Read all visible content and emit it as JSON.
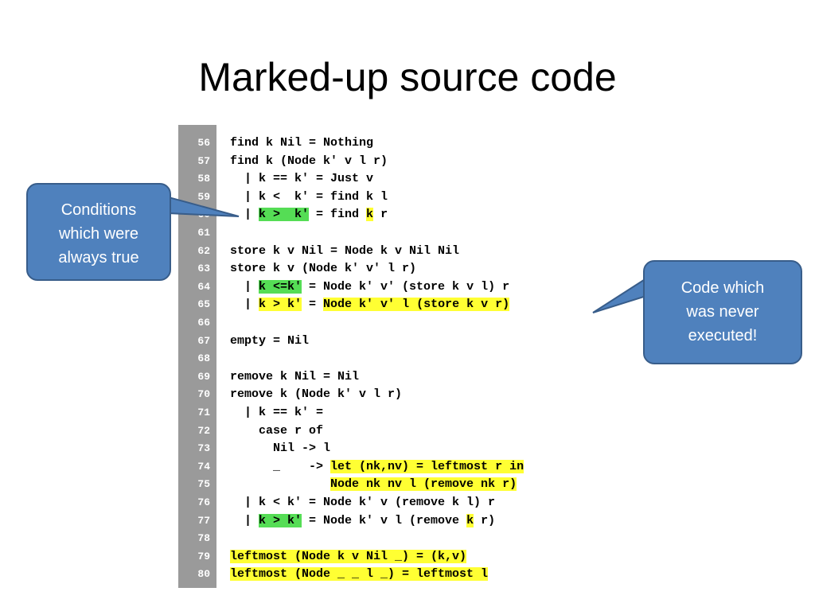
{
  "slide": {
    "title": "Marked-up source code"
  },
  "code": {
    "lines": [
      {
        "no": "56",
        "segments": [
          {
            "text": "find k Nil = Nothing"
          }
        ]
      },
      {
        "no": "57",
        "segments": [
          {
            "text": "find k (Node k' v l r)"
          }
        ]
      },
      {
        "no": "58",
        "segments": [
          {
            "text": "  | k == k' = Just v"
          }
        ]
      },
      {
        "no": "59",
        "segments": [
          {
            "text": "  | k <  k' = find k l"
          }
        ]
      },
      {
        "no": "60",
        "segments": [
          {
            "text": "  | "
          },
          {
            "text": "k >  k'",
            "hl": "green"
          },
          {
            "text": " = find "
          },
          {
            "text": "k",
            "hl": "yellow"
          },
          {
            "text": " r"
          }
        ]
      },
      {
        "no": "61",
        "segments": [
          {
            "text": ""
          }
        ]
      },
      {
        "no": "62",
        "segments": [
          {
            "text": "store k v Nil = Node k v Nil Nil"
          }
        ]
      },
      {
        "no": "63",
        "segments": [
          {
            "text": "store k v (Node k' v' l r)"
          }
        ]
      },
      {
        "no": "64",
        "segments": [
          {
            "text": "  | "
          },
          {
            "text": "k <=k'",
            "hl": "green"
          },
          {
            "text": " = Node k' v' (store k v l) r"
          }
        ]
      },
      {
        "no": "65",
        "segments": [
          {
            "text": "  | "
          },
          {
            "text": "k > k'",
            "hl": "yellow"
          },
          {
            "text": " = "
          },
          {
            "text": "Node k' v' l (store k v r)",
            "hl": "yellow"
          }
        ]
      },
      {
        "no": "66",
        "segments": [
          {
            "text": ""
          }
        ]
      },
      {
        "no": "67",
        "segments": [
          {
            "text": "empty = Nil"
          }
        ]
      },
      {
        "no": "68",
        "segments": [
          {
            "text": ""
          }
        ]
      },
      {
        "no": "69",
        "segments": [
          {
            "text": "remove k Nil = Nil"
          }
        ]
      },
      {
        "no": "70",
        "segments": [
          {
            "text": "remove k (Node k' v l r)"
          }
        ]
      },
      {
        "no": "71",
        "segments": [
          {
            "text": "  | k == k' ="
          }
        ]
      },
      {
        "no": "72",
        "segments": [
          {
            "text": "    case r of"
          }
        ]
      },
      {
        "no": "73",
        "segments": [
          {
            "text": "      Nil -> l"
          }
        ]
      },
      {
        "no": "74",
        "segments": [
          {
            "text": "      _    -> "
          },
          {
            "text": "let (nk,nv) = leftmost r in",
            "hl": "yellow"
          }
        ]
      },
      {
        "no": "75",
        "segments": [
          {
            "text": "              "
          },
          {
            "text": "Node nk nv l (remove nk r)",
            "hl": "yellow"
          }
        ]
      },
      {
        "no": "76",
        "segments": [
          {
            "text": "  | k < k' = Node k' v (remove k l) r"
          }
        ]
      },
      {
        "no": "77",
        "segments": [
          {
            "text": "  | "
          },
          {
            "text": "k > k'",
            "hl": "green"
          },
          {
            "text": " = Node k' v l (remove "
          },
          {
            "text": "k",
            "hl": "yellow"
          },
          {
            "text": " r)"
          }
        ]
      },
      {
        "no": "78",
        "segments": [
          {
            "text": ""
          }
        ]
      },
      {
        "no": "79",
        "segments": [
          {
            "text": "leftmost (Node k v Nil _) = (k,v)",
            "hl": "yellow"
          }
        ]
      },
      {
        "no": "80",
        "segments": [
          {
            "text": "leftmost (Node _ _ l _) = leftmost l",
            "hl": "yellow"
          }
        ]
      }
    ]
  },
  "callouts": {
    "left": {
      "lines": [
        "Conditions",
        "which were",
        "always true"
      ]
    },
    "right": {
      "lines": [
        "Code which",
        "was never",
        "executed!"
      ]
    }
  },
  "colors": {
    "callout_fill": "#4f81bd",
    "callout_border": "#385d8a",
    "highlight_yellow": "#ffff33",
    "highlight_green": "#55dd55",
    "gutter": "#9a9a9a"
  }
}
